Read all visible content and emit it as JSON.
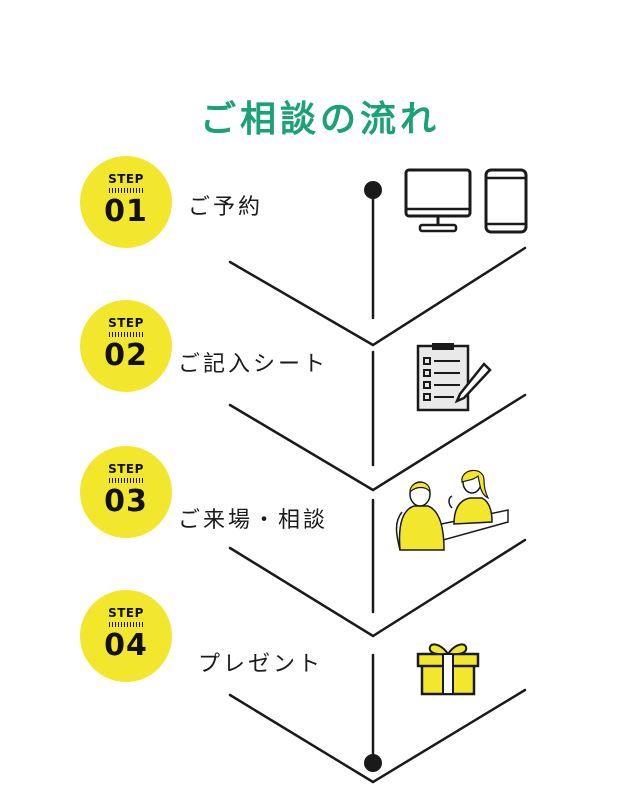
{
  "title": "ご相談の流れ",
  "colors": {
    "title": "#1aa174",
    "badge": "#f3e72e",
    "illustration_accent": "#f3e72e",
    "line": "#1a1a1a"
  },
  "steps": [
    {
      "badge_label": "STEP",
      "number": "01",
      "label": "ご予約",
      "icon": "monitor-and-tablet-icon"
    },
    {
      "badge_label": "STEP",
      "number": "02",
      "label": "ご記入シート",
      "icon": "clipboard-form-icon"
    },
    {
      "badge_label": "STEP",
      "number": "03",
      "label": "ご来場・相談",
      "icon": "consultation-illustration"
    },
    {
      "badge_label": "STEP",
      "number": "04",
      "label": "プレゼント",
      "icon": "gift-box-icon"
    }
  ]
}
